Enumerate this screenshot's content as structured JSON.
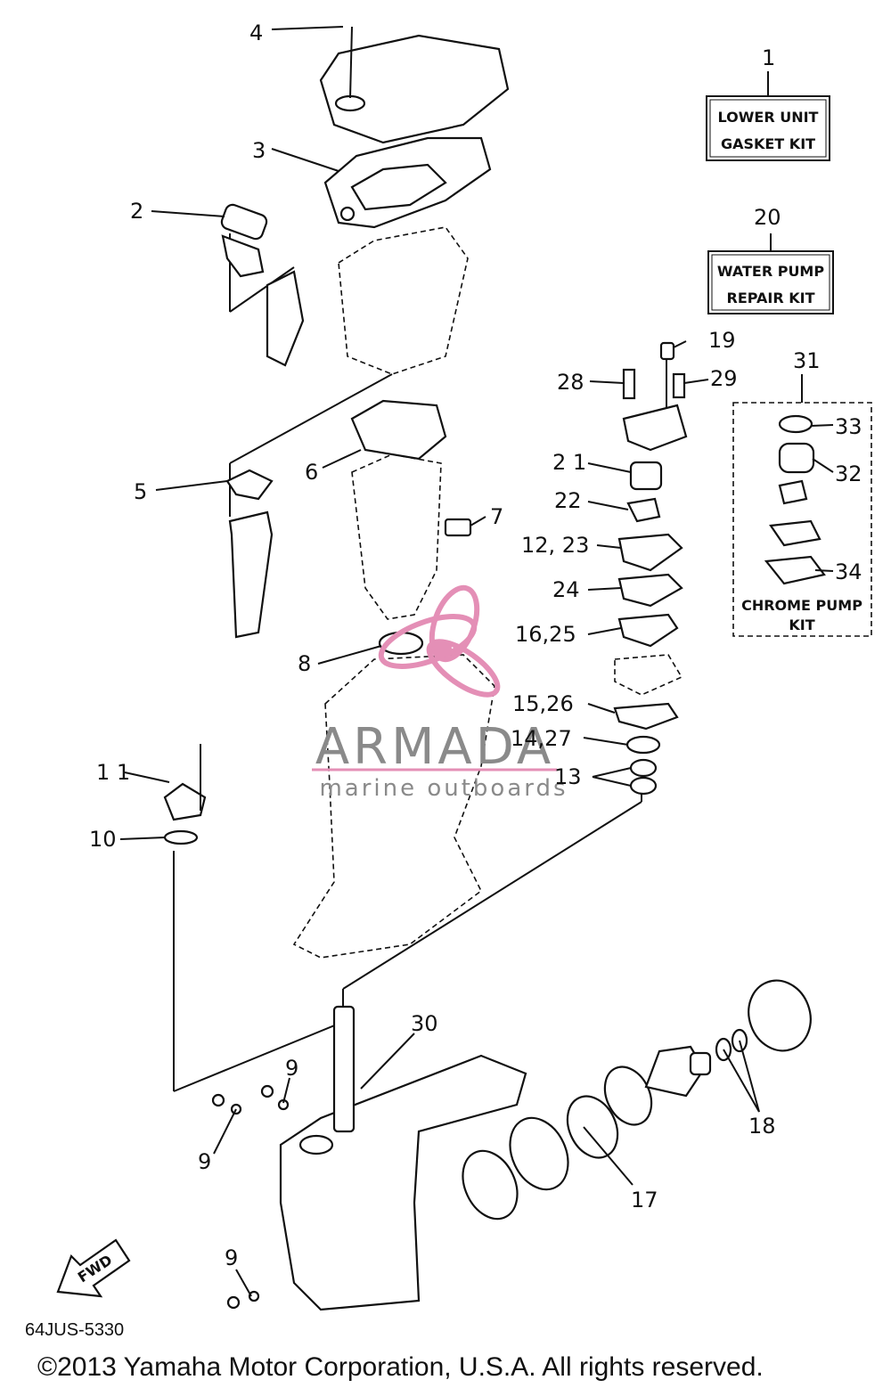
{
  "diagram": {
    "callouts": [
      {
        "id": "c4",
        "text": "4"
      },
      {
        "id": "c1",
        "text": "1"
      },
      {
        "id": "c3",
        "text": "3"
      },
      {
        "id": "c2",
        "text": "2"
      },
      {
        "id": "c20",
        "text": "20"
      },
      {
        "id": "c19",
        "text": "19"
      },
      {
        "id": "c31",
        "text": "31"
      },
      {
        "id": "c28",
        "text": "28"
      },
      {
        "id": "c29",
        "text": "29"
      },
      {
        "id": "c33",
        "text": "33"
      },
      {
        "id": "c6",
        "text": "6"
      },
      {
        "id": "c21",
        "text": "2 1"
      },
      {
        "id": "c32",
        "text": "32"
      },
      {
        "id": "c5",
        "text": "5"
      },
      {
        "id": "c7",
        "text": "7"
      },
      {
        "id": "c22",
        "text": "22"
      },
      {
        "id": "c1223",
        "text": "12, 23"
      },
      {
        "id": "c34",
        "text": "34"
      },
      {
        "id": "c24",
        "text": "24"
      },
      {
        "id": "c1625",
        "text": "16,25"
      },
      {
        "id": "c8",
        "text": "8"
      },
      {
        "id": "c1526",
        "text": "15,26"
      },
      {
        "id": "c1427",
        "text": "14,27"
      },
      {
        "id": "c11",
        "text": "1 1"
      },
      {
        "id": "c13",
        "text": "13"
      },
      {
        "id": "c10",
        "text": "10"
      },
      {
        "id": "c30",
        "text": "30"
      },
      {
        "id": "c9a",
        "text": "9"
      },
      {
        "id": "c9b",
        "text": "9"
      },
      {
        "id": "c18",
        "text": "18"
      },
      {
        "id": "c17",
        "text": "17"
      },
      {
        "id": "c9c",
        "text": "9"
      }
    ],
    "kit_boxes": {
      "lower_unit": {
        "line1": "LOWER UNIT",
        "line2": "GASKET KIT"
      },
      "water_pump": {
        "line1": "WATER PUMP",
        "line2": "REPAIR KIT"
      },
      "chrome_pump": {
        "line1": "CHROME PUMP",
        "line2": "KIT"
      }
    },
    "fwd_label": "FWD",
    "part_code": "64JUS-5330",
    "copyright": "©2013 Yamaha Motor Corporation, U.S.A. All rights reserved."
  },
  "watermark": {
    "brand": "ARMADA",
    "tagline": "marine outboards",
    "color": "#e48fb6"
  },
  "colors": {
    "ink": "#111111",
    "watermark_text": "#8a8a8a"
  }
}
